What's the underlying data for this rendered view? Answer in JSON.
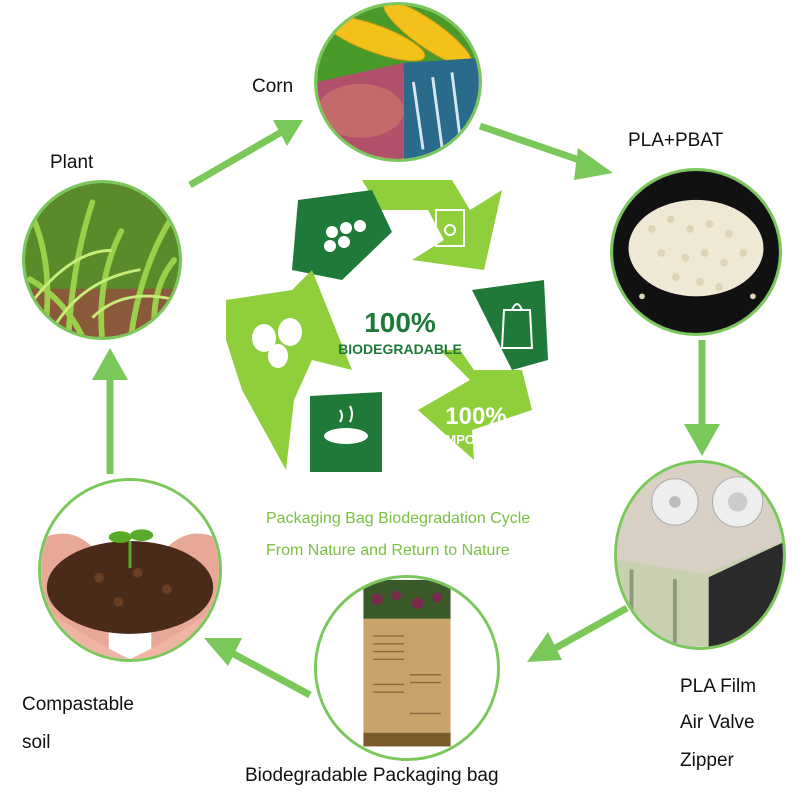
{
  "nodes": {
    "plant": "Plant",
    "corn": "Corn",
    "pla_pbat": "PLA+PBAT",
    "pla_film": "PLA Film",
    "air_valve": "Air Valve",
    "zipper": "Zipper",
    "bag": "Biodegradable Packaging bag",
    "soil_line1": "Compastable",
    "soil_line2": "soil"
  },
  "center": {
    "biodegradable_pct": "100%",
    "biodegradable_word": "BIODEGRADABLE",
    "compostable_pct": "100%",
    "compostable_word": "COMPOSTABLE",
    "caption_line1": "Packaging Bag Biodegradation Cycle",
    "caption_line2": "From Nature and Return to Nature"
  },
  "colors": {
    "accent_green": "#7ac85a",
    "dark_green": "#1f7a3a",
    "light_green": "#8fcf3c",
    "caption_green": "#7ac142"
  }
}
